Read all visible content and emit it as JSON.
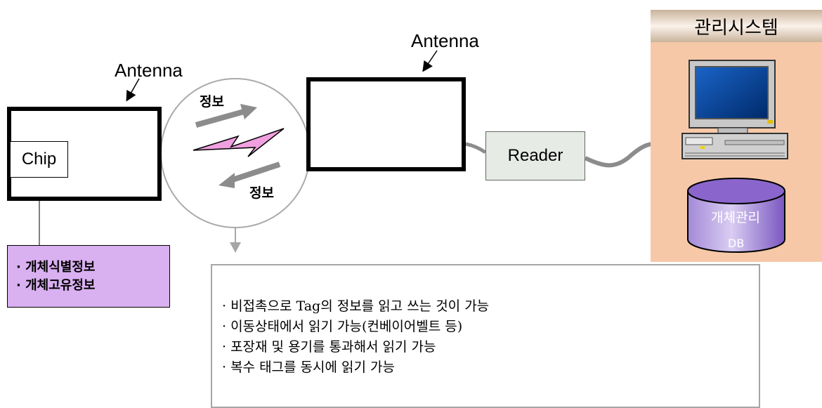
{
  "labels": {
    "tag_antenna": "Antenna",
    "reader_antenna": "Antenna",
    "chip": "Chip",
    "info_top": "정보",
    "info_bottom": "정보",
    "reader": "Reader",
    "management_system": "관리시스템",
    "db_top": "개체관리",
    "db_bottom": "DB"
  },
  "tag_info": [
    "· 개체식별정보",
    "· 개체고유정보"
  ],
  "features": [
    "· 비접촉으로 Tag의 정보를 읽고 쓰는 것이 가능",
    "· 이동상태에서 읽기 가능(컨베이어벨트 등)",
    "· 포장재 및 용기를 통과해서 읽기 가능",
    "· 복수 태그를 동시에 읽기 가능"
  ],
  "colors": {
    "management_bg": "#f6c8a8",
    "tag_info_bg": "#d9b0f0",
    "reader_bg": "#e6ebe6",
    "lightning": "#f0a0e0",
    "database": "#8a66cc"
  },
  "icons": [
    "lightning-icon",
    "computer-icon",
    "database-icon",
    "arrow-icon"
  ]
}
